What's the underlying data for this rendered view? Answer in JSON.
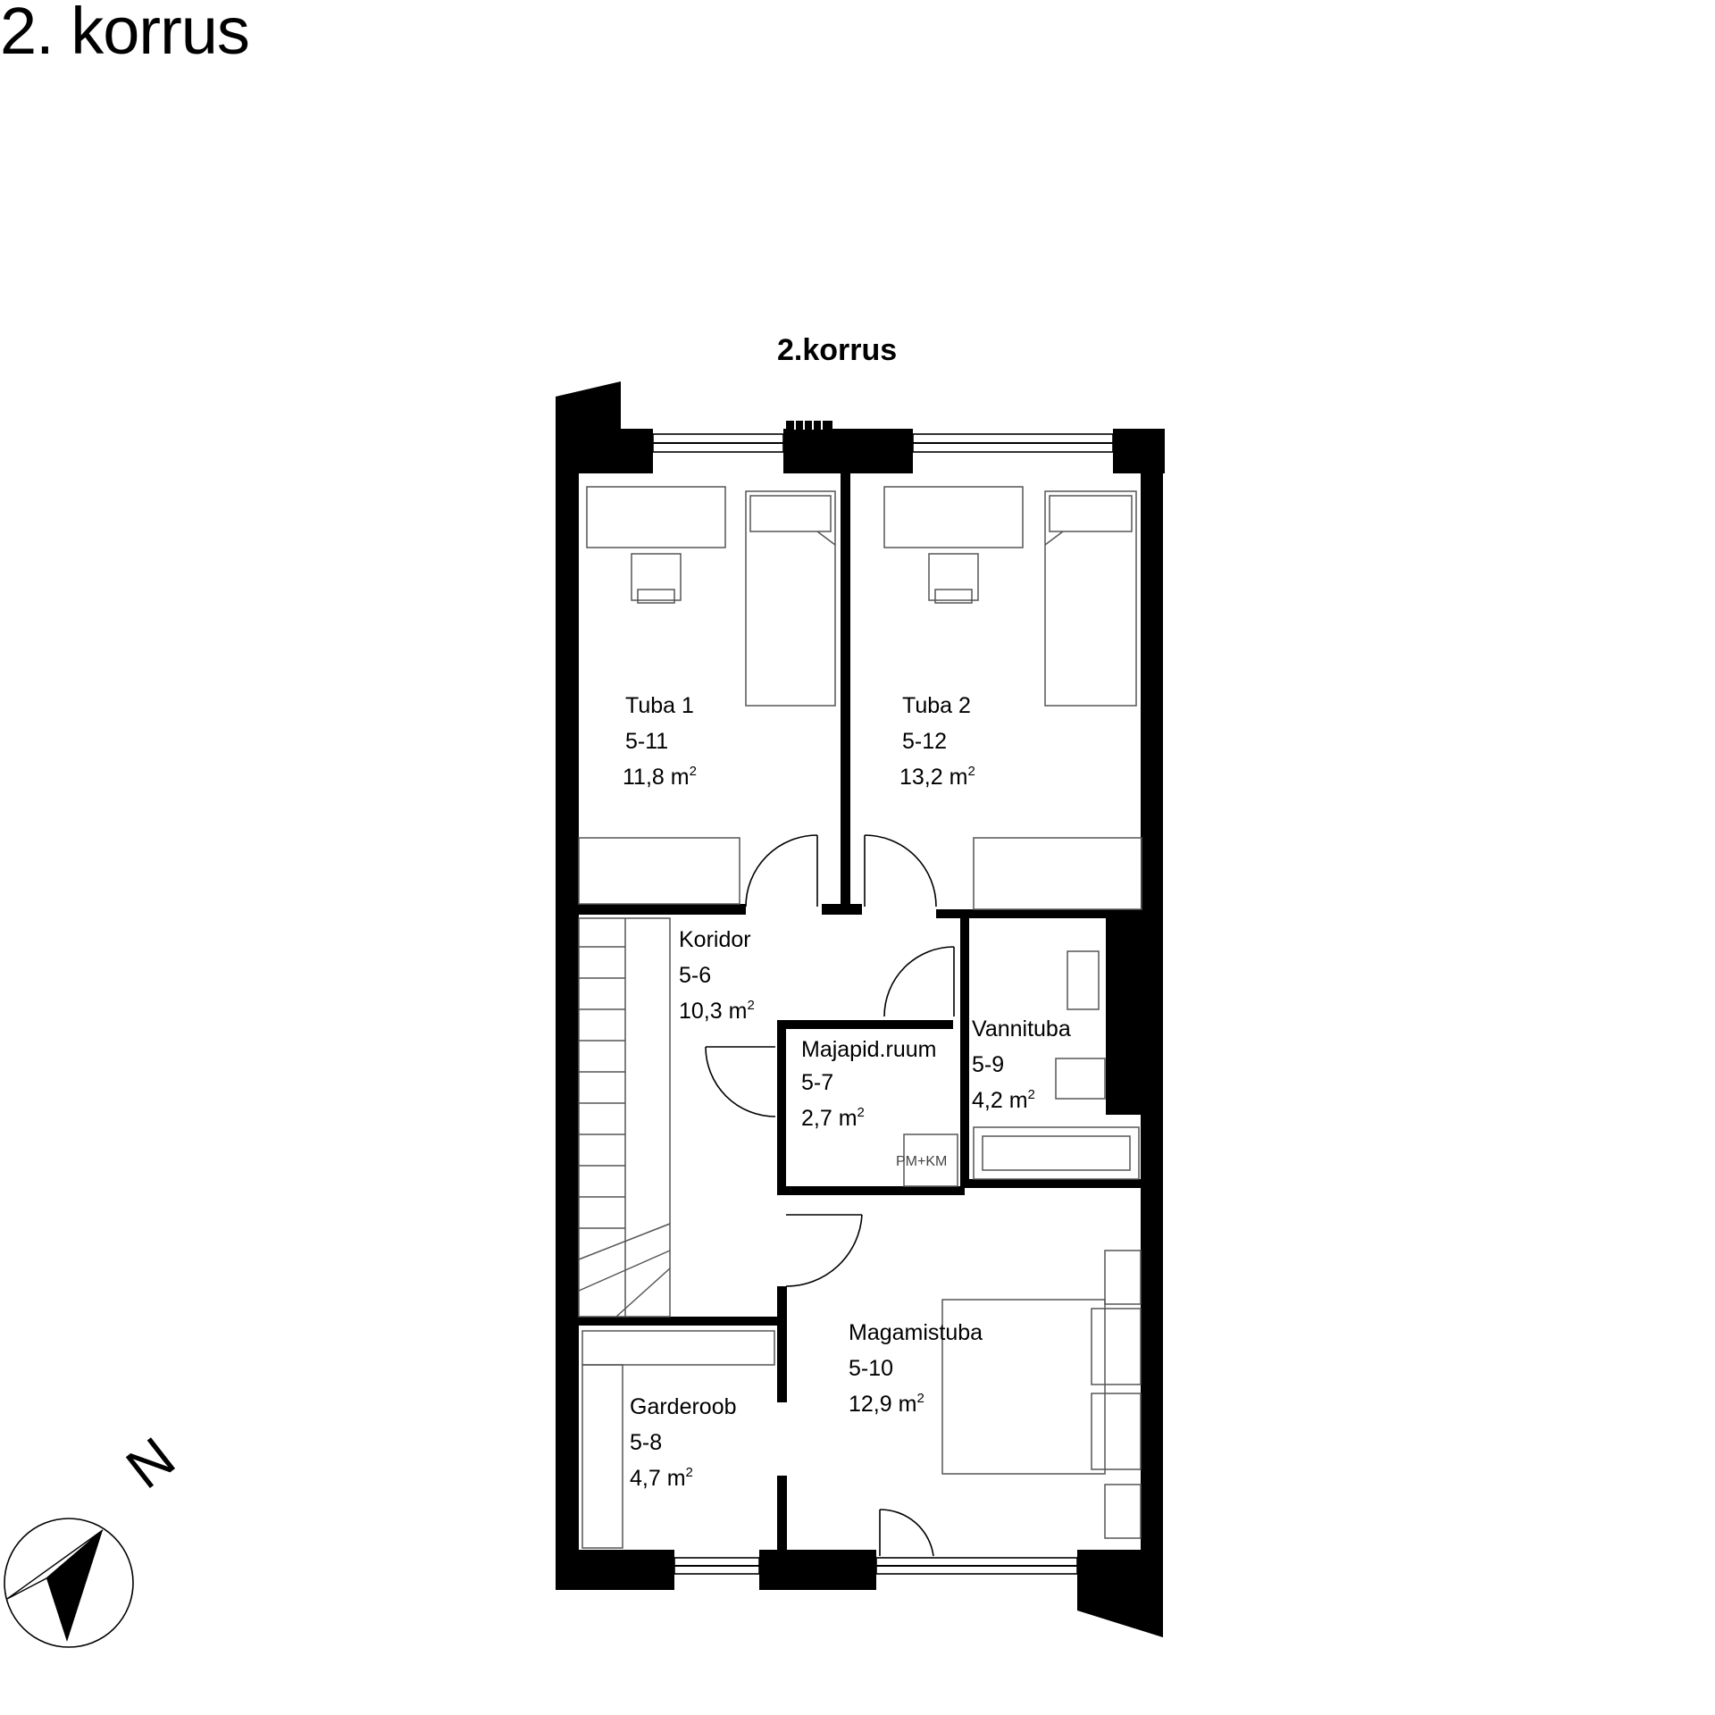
{
  "page": {
    "title": "2. korrus"
  },
  "plan": {
    "title": "2.korrus"
  },
  "rooms": [
    {
      "id": "tuba1",
      "name": "Tuba 1",
      "code": "5-11",
      "area": "11,8  m",
      "sup": "2"
    },
    {
      "id": "tuba2",
      "name": "Tuba 2",
      "code": "5-12",
      "area": "13,2  m",
      "sup": "2"
    },
    {
      "id": "koridor",
      "name": "Koridor",
      "code": "5-6",
      "area": "10,3  m",
      "sup": "2"
    },
    {
      "id": "majapid",
      "name": "Majapid.ruum",
      "code": "5-7",
      "area": "2,7  m",
      "sup": "2"
    },
    {
      "id": "vannituba",
      "name": "Vannituba",
      "code": "5-9",
      "area": "4,2  m",
      "sup": "2"
    },
    {
      "id": "magamistuba",
      "name": "Magamistuba",
      "code": "5-10",
      "area": "12,9  m",
      "sup": "2"
    },
    {
      "id": "garderoob",
      "name": "Garderoob",
      "code": "5-8",
      "area": "4,7  m",
      "sup": "2"
    }
  ],
  "appliance_label": "PM+KM",
  "north_label": "N"
}
